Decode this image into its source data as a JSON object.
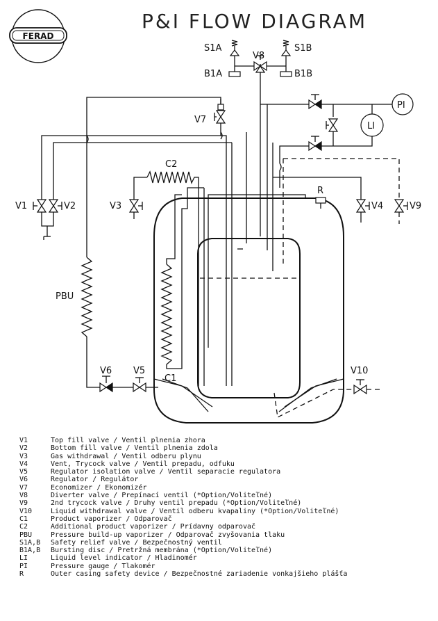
{
  "title": "P&I FLOW DIAGRAM",
  "logo_text": "FERAD",
  "labels": {
    "s1a": "S1A",
    "s1b": "S1B",
    "v8": "V8",
    "b1a": "B1A",
    "b1b": "B1B",
    "pi": "PI",
    "li": "LI",
    "v7": "V7",
    "c2": "C2",
    "r": "R",
    "v1": "V1",
    "v2": "V2",
    "v3": "V3",
    "v4": "V4",
    "v9": "V9",
    "pbu": "PBU",
    "c1": "C1",
    "v6": "V6",
    "v5": "V5",
    "v10": "V10"
  },
  "legend": [
    {
      "code": "V1",
      "desc": "Top fill valve / Ventil plnenia zhora"
    },
    {
      "code": "V2",
      "desc": "Bottom fill valve / Ventil plnenia zdola"
    },
    {
      "code": "V3",
      "desc": "Gas withdrawal / Ventil odberu plynu"
    },
    {
      "code": "V4",
      "desc": "Vent, Trycock valve / Ventil prepadu, odfuku"
    },
    {
      "code": "V5",
      "desc": "Regulator isolation valve / Ventil separacie regulatora"
    },
    {
      "code": "V6",
      "desc": "Regulator / Regulátor"
    },
    {
      "code": "V7",
      "desc": "Economizer / Ekonomizér"
    },
    {
      "code": "V8",
      "desc": "Diverter valve / Prepínací ventil (*Option/Voliteľné)"
    },
    {
      "code": "V9",
      "desc": "2nd trycock valve / Druhy ventil prepadu (*Option/Voliteľné)"
    },
    {
      "code": "V10",
      "desc": "Liquid withdrawal valve / Ventil odberu kvapaliny (*Option/Voliteľné)"
    },
    {
      "code": "C1",
      "desc": "Product vaporizer / Odparovač"
    },
    {
      "code": "C2",
      "desc": "Additional product vaporizer / Prídavny odparovač"
    },
    {
      "code": "PBU",
      "desc": "Pressure build-up vaporizer / Odparovač zvyšovania tlaku"
    },
    {
      "code": "S1A,B",
      "desc": "Safety relief valve / Bezpečnostný ventil"
    },
    {
      "code": "B1A,B",
      "desc": "Bursting disc / Pretržná membrána (*Option/Voliteľné)"
    },
    {
      "code": "LI",
      "desc": "Liquid level indicator / Hladinomér"
    },
    {
      "code": "PI",
      "desc": "Pressure gauge / Tlakomér"
    },
    {
      "code": "R",
      "desc": "Outer casing safety device / Bezpečnostné zariadenie vonkajšieho plášťa"
    }
  ]
}
